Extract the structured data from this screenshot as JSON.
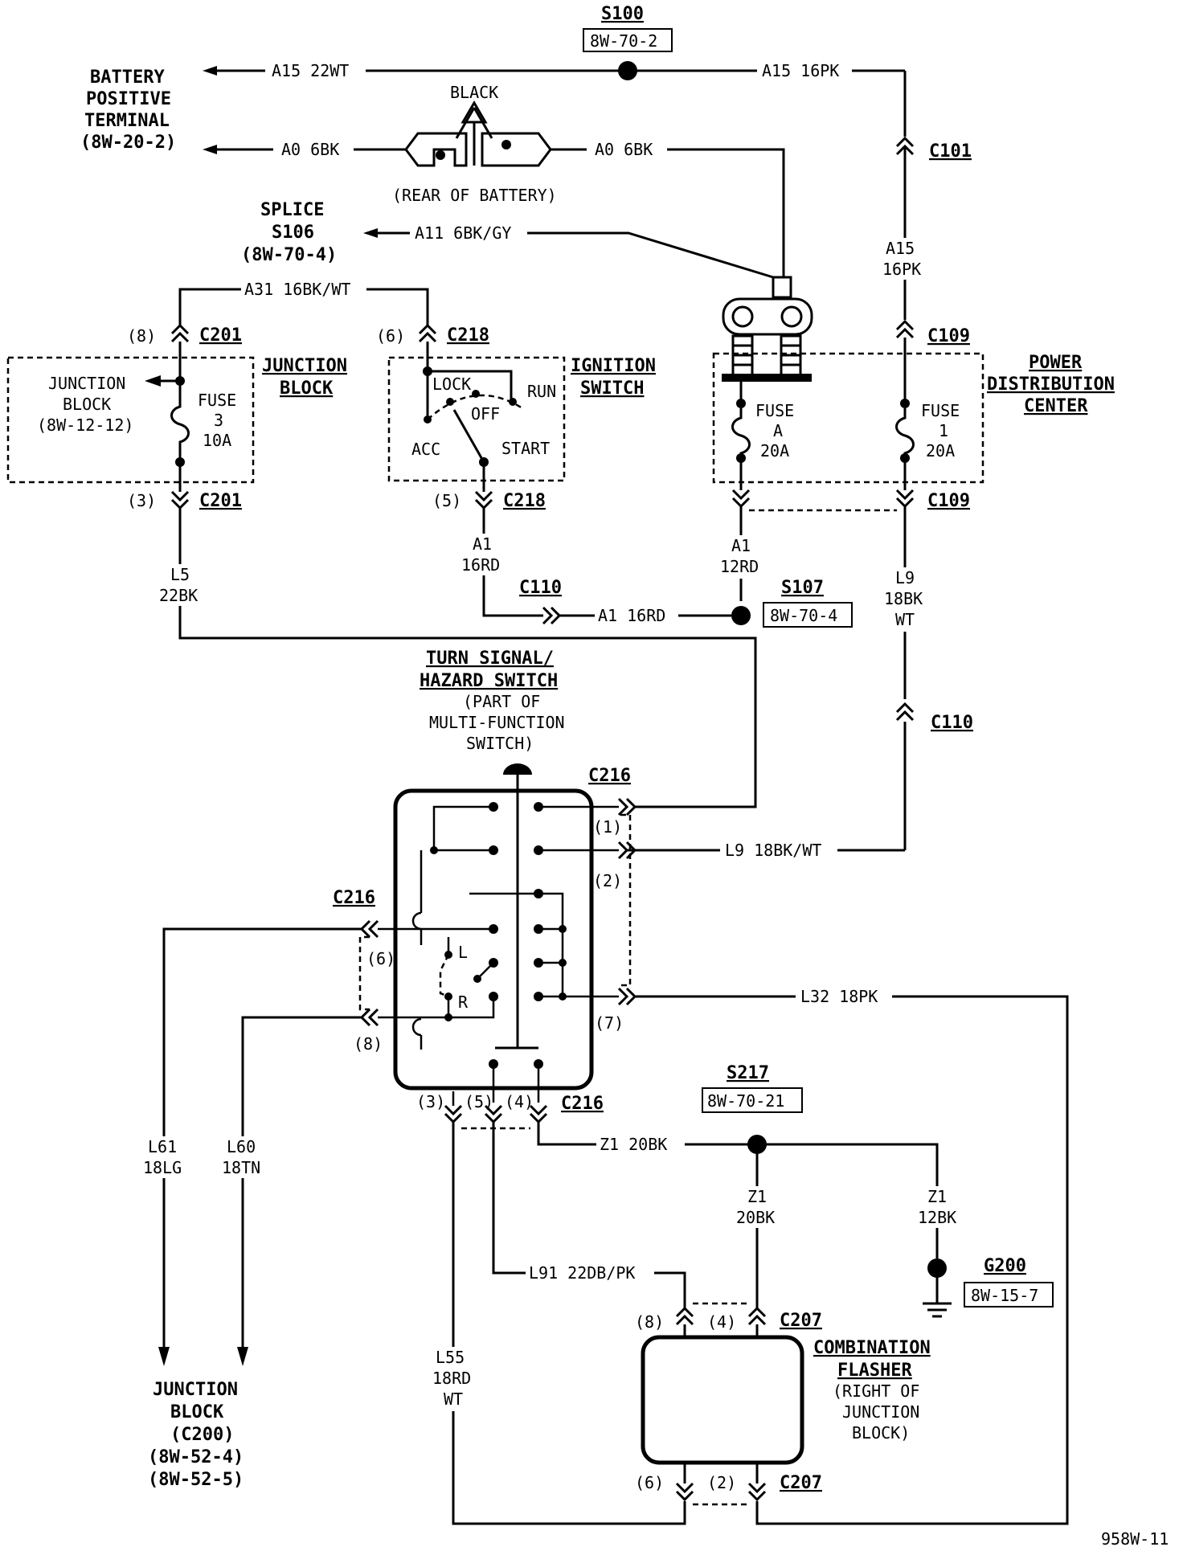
{
  "splice_s100": {
    "id": "S100",
    "ref": "8W-70-2"
  },
  "battery_terminal": {
    "l1": "BATTERY",
    "l2": "POSITIVE",
    "l3": "TERMINAL",
    "ref": "(8W-20-2)"
  },
  "wires": {
    "a15_22wt": "A15 22WT",
    "a15_16pk": "A15 16PK",
    "a0_6bk_left": "A0 6BK",
    "a0_6bk_right": "A0 6BK",
    "a11": "A11 6BK/GY",
    "a31": "A31 16BK/WT",
    "a15_v_1": "A15",
    "a15_v_2": "16PK",
    "l5_1": "L5",
    "l5_2": "22BK",
    "a1_16rd_1": "A1",
    "a1_16rd_2": "16RD",
    "a1_16rd_h": "A1 16RD",
    "a1_12rd_1": "A1",
    "a1_12rd_2": "12RD",
    "l9_1": "L9",
    "l9_2": "18BK",
    "l9_3": "WT",
    "l9_h": "L9 18BK/WT",
    "l32": "L32 18PK",
    "l61_1": "L61",
    "l61_2": "18LG",
    "l60_1": "L60",
    "l60_2": "18TN",
    "z1_h": "Z1 20BK",
    "z1_v_1": "Z1",
    "z1_v_2": "20BK",
    "z1_g_1": "Z1",
    "z1_g_2": "12BK",
    "l91": "L91 22DB/PK",
    "l55_1": "L55",
    "l55_2": "18RD",
    "l55_3": "WT"
  },
  "battery": {
    "color": "BLACK",
    "caption": "(REAR OF BATTERY)"
  },
  "splice_s106": {
    "l1": "SPLICE",
    "l2": "S106",
    "ref": "(8W-70-4)"
  },
  "connectors": {
    "c101": "C101",
    "c109_top": "C109",
    "c109_bot": "C109",
    "c201_top": "C201",
    "c201_bot": "C201",
    "c218_top": "C218",
    "c218_bot": "C218",
    "c110_mid": "C110",
    "c110_right": "C110",
    "c216_top": "C216",
    "c216_left": "C216",
    "c216_bot": "C216",
    "c207_top": "C207",
    "c207_bot": "C207"
  },
  "pins": {
    "c201_8": "(8)",
    "c201_3": "(3)",
    "c218_6": "(6)",
    "c218_5": "(5)",
    "c216_1": "(1)",
    "c216_2": "(2)",
    "c216_6": "(6)",
    "c216_7": "(7)",
    "c216_8": "(8)",
    "c216_3": "(3)",
    "c216_5": "(5)",
    "c216_4": "(4)",
    "c207_8": "(8)",
    "c207_4": "(4)",
    "c207_6": "(6)",
    "c207_2": "(2)"
  },
  "junction_block": {
    "title_1": "JUNCTION",
    "title_2": "BLOCK",
    "ref_1": "JUNCTION",
    "ref_2": "BLOCK",
    "ref_3": "(8W-12-12)",
    "fuse_1": "FUSE",
    "fuse_2": "3",
    "fuse_3": "10A"
  },
  "ignition_switch": {
    "title_1": "IGNITION",
    "title_2": "SWITCH",
    "lock": "LOCK",
    "run": "RUN",
    "off": "OFF",
    "acc": "ACC",
    "start": "START"
  },
  "pdc": {
    "title_1": "POWER",
    "title_2": "DISTRIBUTION",
    "title_3": "CENTER",
    "fuse_a_1": "FUSE",
    "fuse_a_2": "A",
    "fuse_a_3": "20A",
    "fuse_1_1": "FUSE",
    "fuse_1_2": "1",
    "fuse_1_3": "20A"
  },
  "splice_s107": {
    "id": "S107",
    "ref": "8W-70-4"
  },
  "turn_switch": {
    "title_1": "TURN SIGNAL/",
    "title_2": "HAZARD SWITCH",
    "sub_1": "(PART OF",
    "sub_2": "MULTI-FUNCTION",
    "sub_3": "SWITCH)",
    "left": "L",
    "right": "R"
  },
  "splice_s217": {
    "id": "S217",
    "ref": "8W-70-21"
  },
  "ground_g200": {
    "id": "G200",
    "ref": "8W-15-7"
  },
  "flasher": {
    "l1": "COMBINATION",
    "l2": "FLASHER",
    "sub_1": "(RIGHT OF",
    "sub_2": "JUNCTION",
    "sub_3": "BLOCK)"
  },
  "jb_c200": {
    "l1": "JUNCTION",
    "l2": "BLOCK",
    "l3": "(C200)",
    "l4": "(8W-52-4)",
    "l5": "(8W-52-5)"
  },
  "page_id": "958W-11"
}
